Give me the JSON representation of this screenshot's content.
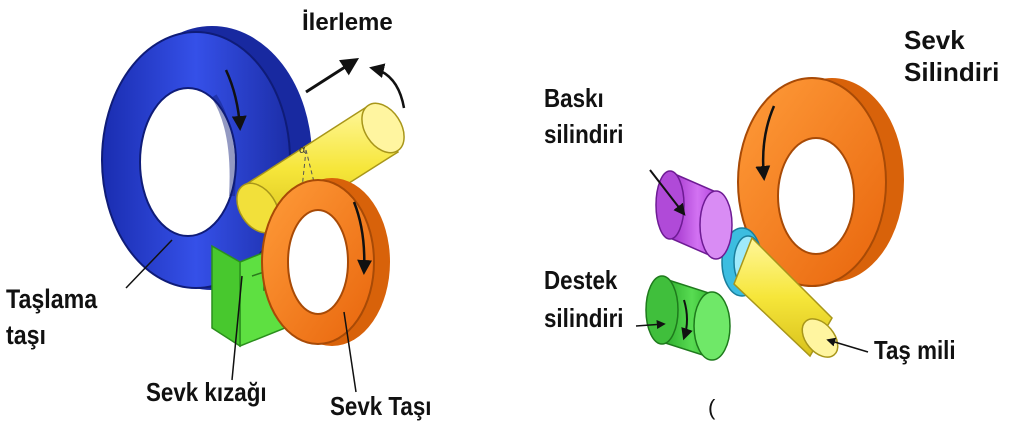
{
  "left_diagram": {
    "feed_label": "İlerleme",
    "grinding_wheel_label": [
      "Taşlama",
      "taşı"
    ],
    "feed_slide_label": "Sevk kızağı",
    "feed_wheel_label": "Sevk Taşı",
    "angle_symbol": "α"
  },
  "right_diagram": {
    "feed_roller_label": [
      "Sevk",
      "Silindiri"
    ],
    "pressure_roller_label": [
      "Baskı",
      "silindiri"
    ],
    "support_roller_label": [
      "Destek",
      "silindiri"
    ],
    "wheel_spindle_label": "Taş mili",
    "stray_mark": "("
  },
  "colors": {
    "grinding_wheel": "#2a3fd4",
    "workpiece": "#f7ec4a",
    "feed_wheel": "#f57d17",
    "feed_slide": "#5ee041",
    "pressure_roller": "#c44ee8",
    "support_roller": "#3dc43a",
    "bushing": "#57d4ee"
  }
}
